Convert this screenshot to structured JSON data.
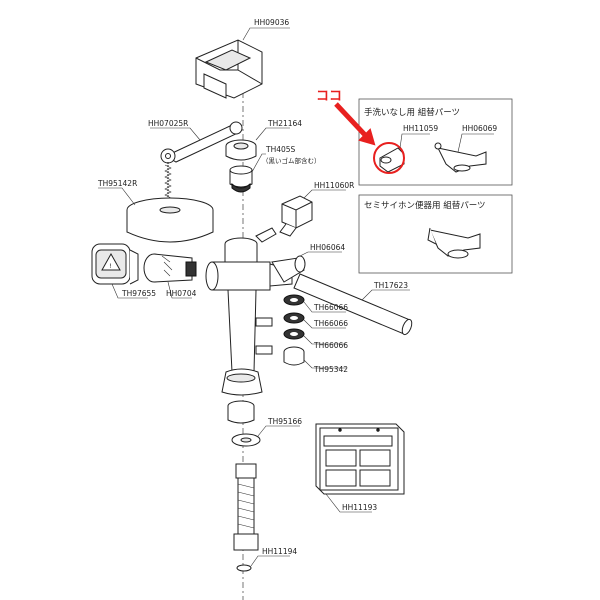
{
  "callout": {
    "text": "ココ",
    "color": "#e8201f"
  },
  "boxes": {
    "no_hand_wash": {
      "title": "手洗いなし用 組替パーツ"
    },
    "semi_siphon": {
      "title": "セミサイホン便器用 組替パーツ"
    }
  },
  "labels": {
    "hh09036": "HH09036",
    "hh07025r": "HH07025R",
    "th21164": "TH21164",
    "th405s": "TH405S",
    "th405s_note": "（黒いゴム部含む）",
    "th95142r": "TH95142R",
    "hh11060r": "HH11060R",
    "hh06064": "HH06064",
    "th97655": "TH97655",
    "hh0704": "HH0704",
    "th66066_1": "TH66066",
    "th66066_2": "TH66066",
    "th66066_3": "TH66066",
    "th17623": "TH17623",
    "th95342": "TH95342",
    "th95166": "TH95166",
    "hh11193": "HH11193",
    "hh11194": "HH11194",
    "hh11059": "HH11059",
    "hh06069": "HH06069"
  }
}
